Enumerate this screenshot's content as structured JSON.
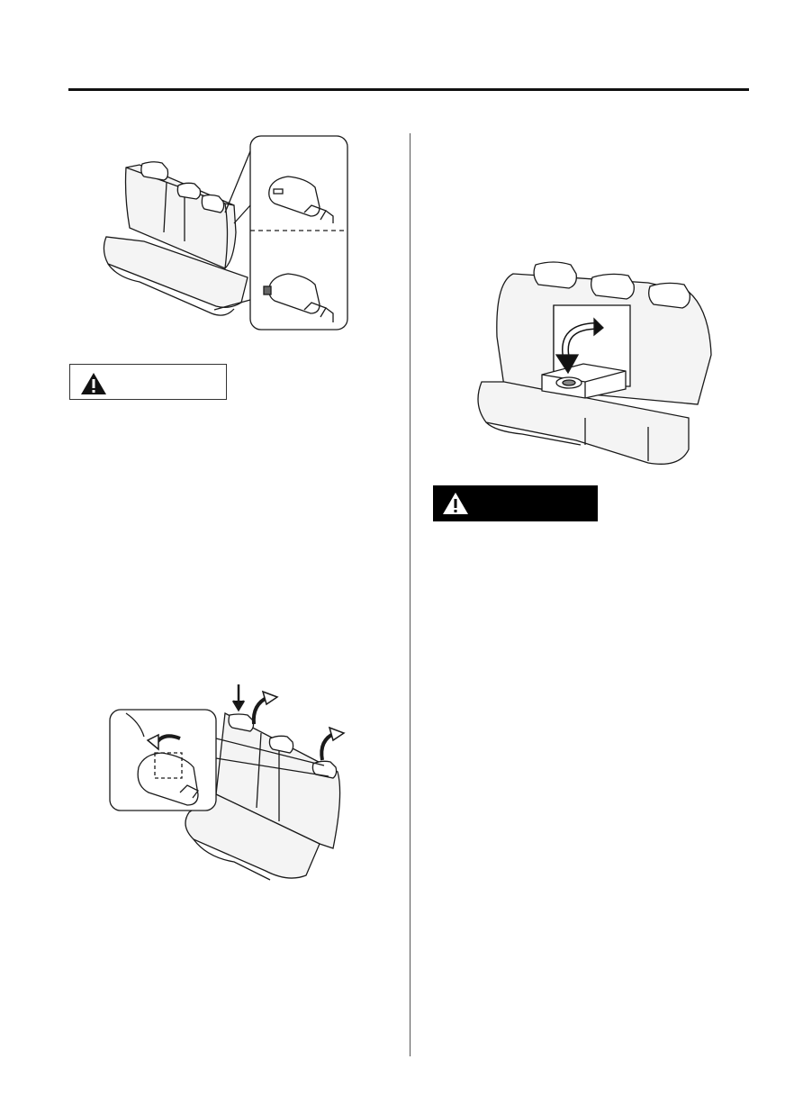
{
  "page": {
    "header_rule": true,
    "column_layout": "two-column"
  },
  "figures": {
    "rear_seat_headrest_detail": {
      "icon": "rear-seat-with-headrest-callout"
    },
    "seatback_fold_release": {
      "icon": "seatback-release-lever-arrows"
    },
    "center_armrest_fold_down": {
      "icon": "center-armrest-fold-arrow"
    }
  },
  "notices": {
    "caution": {
      "label": "",
      "icon": "warning-triangle-icon",
      "style": "outlined"
    },
    "warning": {
      "label": "",
      "icon": "warning-triangle-icon",
      "style": "filled-black"
    }
  },
  "colors": {
    "rule": "#111111",
    "line_art": "#1a1a1a",
    "seat_fill": "#f4f4f4",
    "warning_bg": "#000000"
  }
}
